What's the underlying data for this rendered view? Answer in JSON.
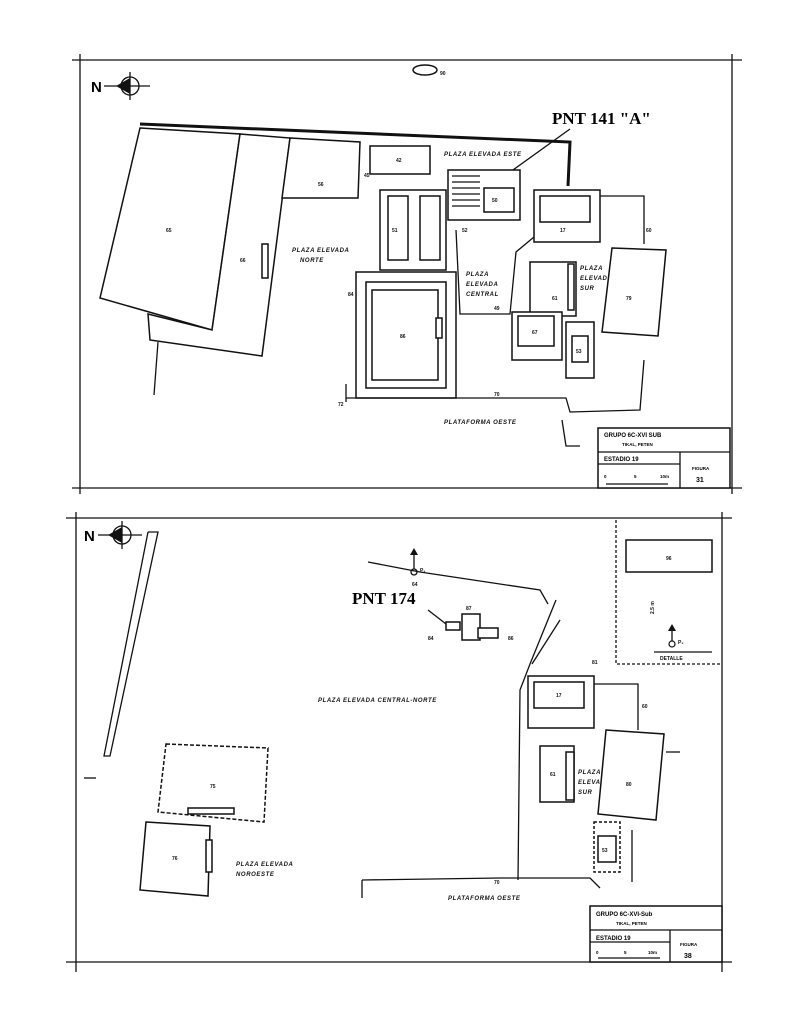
{
  "top_map": {
    "north": "N",
    "callout": "PNT 141 \"A\"",
    "plazas": {
      "norte": [
        "PLAZA ELEVADA",
        "NORTE"
      ],
      "este": "PLAZA ELEVADA ESTE",
      "central": [
        "PLAZA",
        "ELEVADA",
        "CENTRAL"
      ],
      "sur": [
        "PLAZA",
        "ELEVADA",
        "SUR"
      ],
      "oeste": "PLATAFORMA OESTE"
    },
    "structures": {
      "s65": "65",
      "s66": "66",
      "s56": "56",
      "s42": "42",
      "s45": "45",
      "s50": "50",
      "s51": "51",
      "s52": "52",
      "s17": "17",
      "s60": "60",
      "s61": "61",
      "s79": "79",
      "s86": "86",
      "s84": "84",
      "s49": "49",
      "s67": "67",
      "s53": "53",
      "s70": "70",
      "s72": "72",
      "s90": "90"
    },
    "title_block": {
      "group": "GRUPO 6C-XVI SUB",
      "site": "TIKAL, PETEN",
      "stage": "ESTADIO 19",
      "figure_label": "FIGURA",
      "figure_number": "31",
      "scale_ticks": [
        "0",
        "5",
        "10m"
      ]
    }
  },
  "bottom_map": {
    "north": "N",
    "callout": "PNT 174",
    "plazas": {
      "central_norte": "PLAZA ELEVADA CENTRAL-NORTE",
      "noroeste": [
        "PLAZA ELEVADA",
        "NOROESTE"
      ],
      "sur": [
        "PLAZA",
        "ELEVADA",
        "SUR"
      ],
      "oeste": "PLATAFORMA OESTE"
    },
    "structures": {
      "s75": "75",
      "s76": "76",
      "s17": "17",
      "s60": "60",
      "s61": "61",
      "s80": "80",
      "s53": "53",
      "s70": "70",
      "s64": "64",
      "s87": "87",
      "s84": "84",
      "s86": "86",
      "s81": "81",
      "s96": "96",
      "p1": "P₁",
      "p2": "P₂"
    },
    "detail": "DETALLE",
    "detail_scale": "2.5 m",
    "title_block": {
      "group": "GRUPO 6C-XVI-Sub",
      "site": "TIKAL, PETEN",
      "stage": "ESTADIO 19",
      "figure_label": "FIGURA",
      "figure_number": "38",
      "scale_ticks": [
        "0",
        "5",
        "10m"
      ]
    }
  }
}
